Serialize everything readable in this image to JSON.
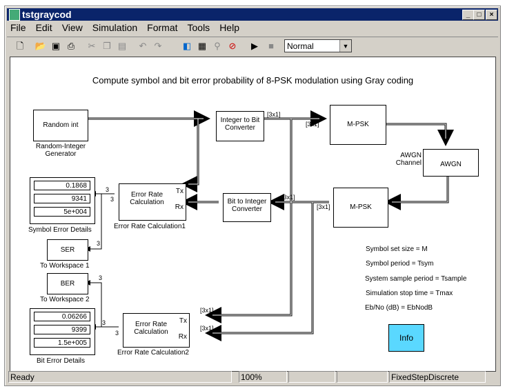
{
  "window": {
    "title": "tstgraycod",
    "controls": [
      "_",
      "□",
      "×"
    ]
  },
  "menu": [
    "File",
    "Edit",
    "View",
    "Simulation",
    "Format",
    "Tools",
    "Help"
  ],
  "toolbar": {
    "icons": [
      "new-icon",
      "open-icon",
      "save-icon",
      "print-icon",
      "cut-icon",
      "copy-icon",
      "paste-icon",
      "undo-icon",
      "redo-icon",
      "library-browser-icon",
      "model-explorer-icon",
      "debug-icon",
      "stop-debug-icon",
      "play-icon",
      "stop-icon"
    ],
    "sim_mode": "Normal"
  },
  "diagram": {
    "heading": "Compute symbol and bit error probability of 8-PSK modulation using Gray coding",
    "random_int": {
      "text": "Random int",
      "label": "Random-Integer Generator"
    },
    "int_to_bit": "Integer to Bit Converter",
    "bit_to_int": "Bit to Integer Converter",
    "mpsk_mod": "M-PSK",
    "mpsk_demod": "M-PSK",
    "awgn": {
      "text": "AWGN",
      "label": "AWGN Channel"
    },
    "erc1": {
      "text": "Error Rate Calculation",
      "label": "Error Rate Calculation1",
      "tx": "Tx",
      "rx": "Rx"
    },
    "erc2": {
      "text": "Error Rate Calculation",
      "label": "Error Rate Calculation2",
      "tx": "Tx",
      "rx": "Rx"
    },
    "symbol_details": {
      "values": [
        "0.1868",
        "9341",
        "5e+004"
      ],
      "label": "Symbol Error Details"
    },
    "bit_details": {
      "values": [
        "0.06266",
        "9399",
        "1.5e+005"
      ],
      "label": "Bit Error Details"
    },
    "ser": {
      "text": "SER",
      "label": "To Workspace 1"
    },
    "ber": {
      "text": "BER",
      "label": "To Workspace 2"
    },
    "signal_dim": "[3x1]",
    "width3": "3",
    "params": [
      "Symbol set size = M",
      "Symbol period = Tsym",
      "System sample period = Tsample",
      "Simulation stop time = Tmax",
      "Eb/No (dB) = EbNodB"
    ],
    "info": "Info",
    "info_color": "#5ad8ff"
  },
  "status": {
    "state": "Ready",
    "zoom": "100%",
    "solver": "FixedStepDiscrete"
  }
}
